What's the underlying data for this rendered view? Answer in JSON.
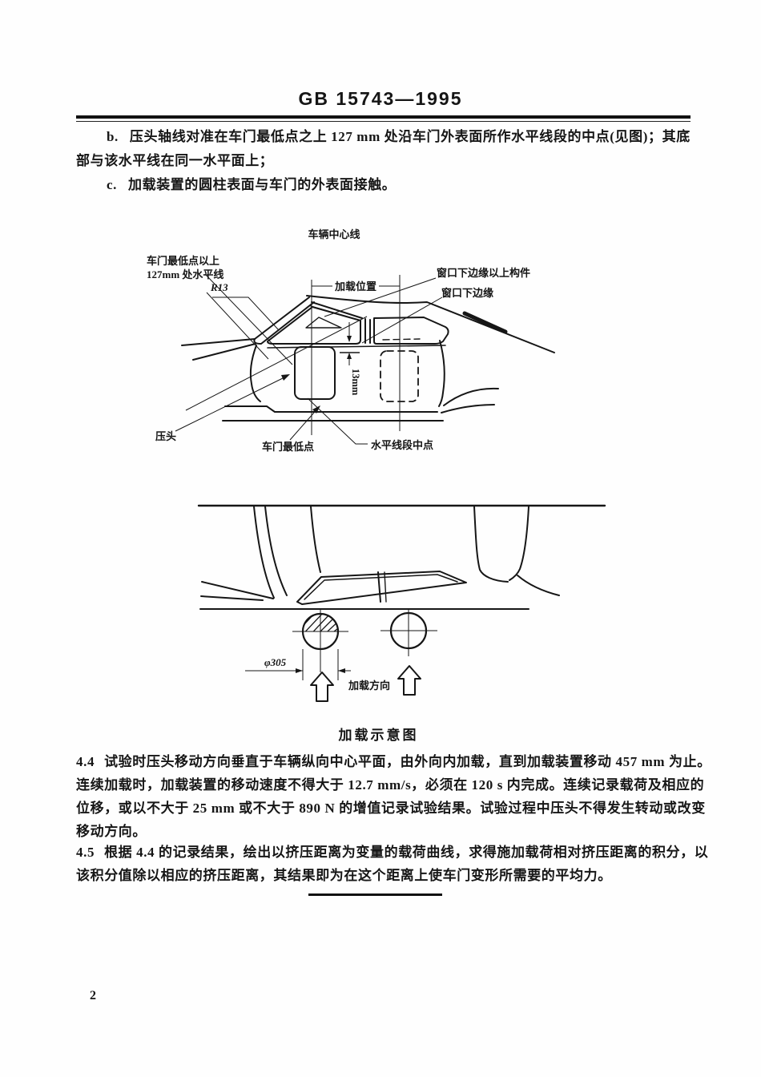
{
  "document": {
    "standard_code": "GB 15743—1995",
    "page_number": "2"
  },
  "clause_b": {
    "label": "b.",
    "line1": "压头轴线对准在车门最低点之上 127 mm 处沿车门外表面所作水平线段的中点(见图)；其底",
    "line2": "部与该水平线在同一水平面上；"
  },
  "clause_c": {
    "label": "c.",
    "text": "加载装置的圆柱表面与车门的外表面接触。"
  },
  "figure1": {
    "labels": {
      "vehicle_centerline": "车辆中心线",
      "horizontal_line_label_1": "车门最低点以上",
      "horizontal_line_label_2": "127mm 处水平线",
      "radius": "R13",
      "load_position": "加载位置",
      "member_above_window_edge": "窗口下边缘以上构件",
      "window_lower_edge": "窗口下边缘",
      "pressure_head": "压头",
      "door_lowest_point": "车门最低点",
      "segment_midpoint": "水平线段中点",
      "offset_13mm": "13mm"
    }
  },
  "figure2": {
    "labels": {
      "diameter": "φ305",
      "load_direction": "加载方向"
    },
    "caption": "加载示意图"
  },
  "clause_4_4": {
    "number": "4.4",
    "line1": "试验时压头移动方向垂直于车辆纵向中心平面，由外向内加载，直到加载装置移动 457 mm 为止。",
    "line2": "连续加载时，加载装置的移动速度不得大于 12.7 mm/s，必须在 120 s 内完成。连续记录载荷及相应的",
    "line3": "位移，或以不大于 25 mm 或不大于 890 N 的增值记录试验结果。试验过程中压头不得发生转动或改变",
    "line4": "移动方向。"
  },
  "clause_4_5": {
    "number": "4.5",
    "line1": "根据 4.4 的记录结果，绘出以挤压距离为变量的载荷曲线，求得施加载荷相对挤压距离的积分，以",
    "line2": "该积分值除以相应的挤压距离，其结果即为在这个距离上使车门变形所需要的平均力。"
  }
}
